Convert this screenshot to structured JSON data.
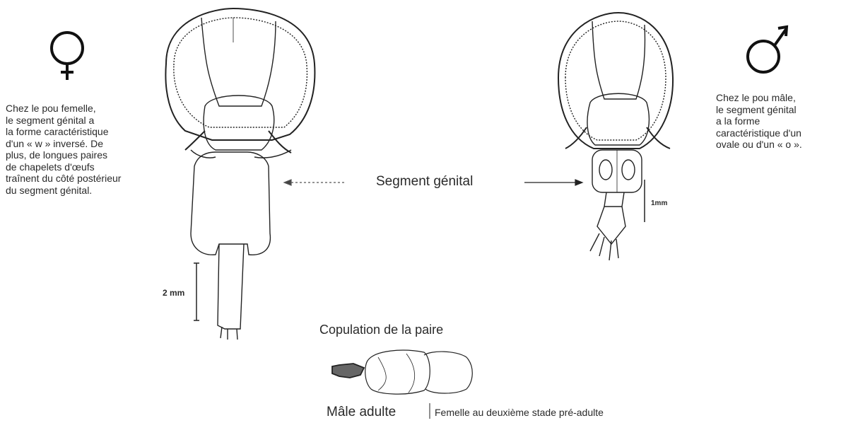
{
  "female": {
    "symbol_icon": "female-symbol-icon",
    "description": "Chez le pou femelle,\nle segment génital a\nla forme caractéristique\nd'un « w » inversé. De\nplus, de longues paires\nde chapelets d'œufs\ntraînent du côté postérieur\ndu segment génital.",
    "scale_label": "2 mm"
  },
  "male": {
    "symbol_icon": "male-symbol-icon",
    "description": "Chez le pou mâle,\nle segment génital\na la forme\ncaractéristique d'un\novale ou d'un « o ».",
    "scale_label": "1mm"
  },
  "segment_label": "Segment génital",
  "copulation": {
    "title": "Copulation de la paire",
    "male_label": "Mâle adulte",
    "female_label": "Femelle au deuxième stade pré-adulte"
  }
}
